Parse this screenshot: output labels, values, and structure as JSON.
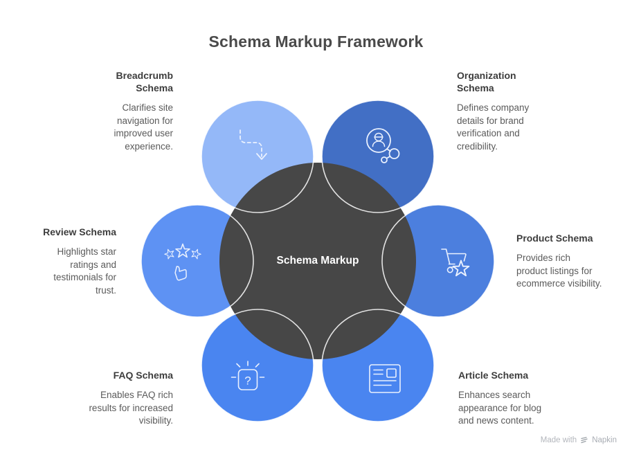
{
  "title": "Schema Markup Framework",
  "center": {
    "label": "Schema Markup",
    "color": "#474747"
  },
  "petals": [
    {
      "id": "breadcrumb",
      "heading": "Breadcrumb\nSchema",
      "description": "Clarifies site\nnavigation for\nimproved user\nexperience.",
      "color": "#94B8F8",
      "icon": "dashed-path-arrow-icon"
    },
    {
      "id": "organization",
      "heading": "Organization\nSchema",
      "description": "Defines company\ndetails for brand\nverification and\ncredibility.",
      "color": "#426FC5",
      "icon": "person-network-icon"
    },
    {
      "id": "review",
      "heading": "Review Schema",
      "description": "Highlights star\nratings and\ntestimonials for\ntrust.",
      "color": "#5E92F3",
      "icon": "stars-thumbs-up-icon"
    },
    {
      "id": "product",
      "heading": "Product Schema",
      "description": "Provides rich\nproduct listings for\necommerce visibility.",
      "color": "#4C7FDE",
      "icon": "shopping-cart-star-icon"
    },
    {
      "id": "faq",
      "heading": "FAQ Schema",
      "description": "Enables FAQ rich\nresults for increased\nvisibility.",
      "color": "#4A85F0",
      "icon": "question-box-icon",
      "glyph": "?"
    },
    {
      "id": "article",
      "heading": "Article Schema",
      "description": "Enhances search\nappearance for blog\nand news content.",
      "color": "#4A85F0",
      "icon": "article-card-icon"
    }
  ],
  "watermark": {
    "made_with": "Made with",
    "brand": "Napkin"
  }
}
